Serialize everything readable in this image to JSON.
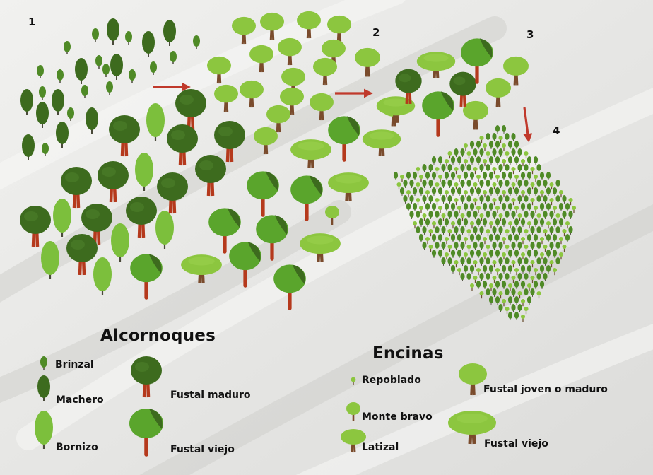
{
  "stages": [
    "1",
    "2",
    "3",
    "4"
  ],
  "legend": {
    "alcornoques": {
      "title": "Alcornoques",
      "items": [
        "Brinzal",
        "Machero",
        "Bornizo",
        "Fustal maduro",
        "Fustal viejo"
      ]
    },
    "encinas": {
      "title": "Encinas",
      "items": [
        "Repoblado",
        "Monte bravo",
        "Latizal",
        "Fustal joven o maduro",
        "Fustal viejo"
      ]
    }
  },
  "colors": {
    "cork_dark": "#3d6b1e",
    "cork_mid": "#4f8a26",
    "cork_light": "#7cbf3c",
    "holm_light": "#8cc63f",
    "trunk_cork": "#b5391c",
    "trunk_holm": "#7a4b2c",
    "arrow": "#c0392b",
    "terrain": "#e7e7e5"
  }
}
